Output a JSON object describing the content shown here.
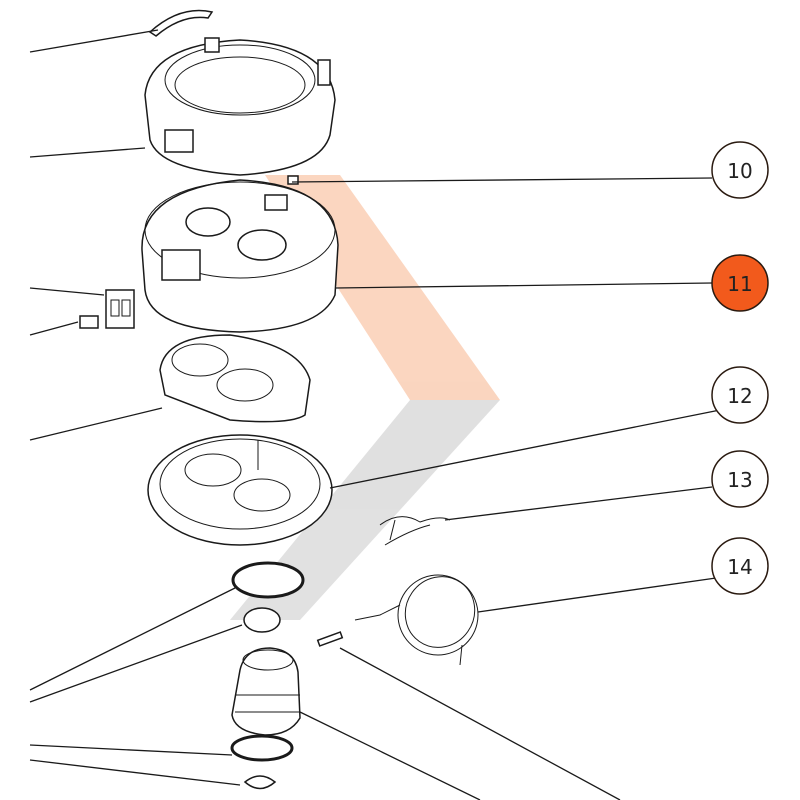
{
  "diagram": {
    "type": "exploded-parts-diagram",
    "callouts": [
      {
        "label": "10",
        "highlighted": false
      },
      {
        "label": "11",
        "highlighted": true
      },
      {
        "label": "12",
        "highlighted": false
      },
      {
        "label": "13",
        "highlighted": false
      },
      {
        "label": "14",
        "highlighted": false
      }
    ],
    "colors": {
      "highlight": "#f25a1c",
      "outline": "#2a1a10",
      "watermark_orange": "#f7b48c",
      "watermark_gray": "#c8c8c8"
    }
  }
}
